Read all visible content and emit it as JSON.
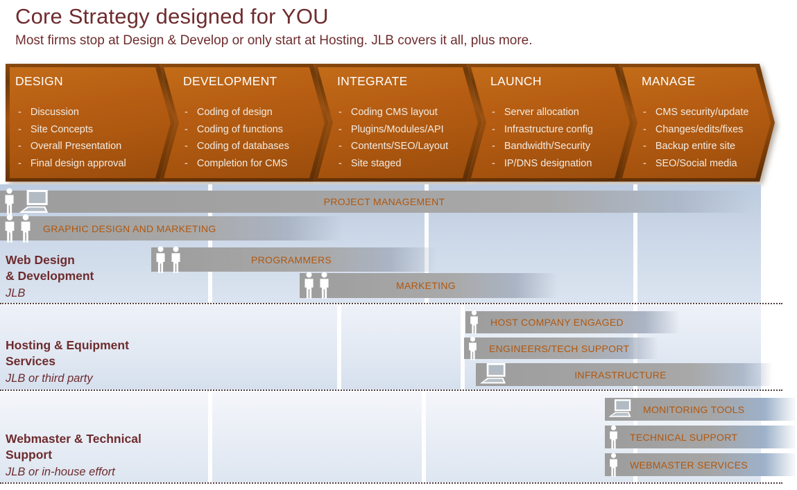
{
  "header": {
    "title": "Core Strategy designed for YOU",
    "subtitle": "Most firms stop at Design & Develop or only start at Hosting.  JLB covers it all, plus more."
  },
  "phases": [
    {
      "name": "DESIGN",
      "items": [
        "Discussion",
        "Site Concepts",
        "Overall Presentation",
        "Final design approval"
      ]
    },
    {
      "name": "DEVELOPMENT",
      "items": [
        "Coding of design",
        "Coding of functions",
        "Coding of databases",
        "Completion for CMS"
      ]
    },
    {
      "name": "INTEGRATE",
      "items": [
        "Coding CMS layout",
        "Plugins/Modules/API",
        "Contents/SEO/Layout",
        "Site staged"
      ]
    },
    {
      "name": "LAUNCH",
      "items": [
        "Server allocation",
        "Infrastructure config",
        "Bandwidth/Security",
        "IP/DNS designation"
      ]
    },
    {
      "name": "MANAGE",
      "items": [
        "CMS security/update",
        "Changes/edits/fixes",
        "Backup entire site",
        "SEO/Social media"
      ]
    }
  ],
  "sections": [
    {
      "lines": [
        "Web Design",
        "& Development"
      ],
      "note": "JLB"
    },
    {
      "lines": [
        "Hosting & Equipment",
        "Services"
      ],
      "note": "JLB or third party"
    },
    {
      "lines": [
        "Webmaster & Technical",
        "Support"
      ],
      "note": "JLB or in-house effort"
    }
  ],
  "bars": [
    {
      "label": "PROJECT MANAGEMENT",
      "icons": [
        "person-icon",
        "computer-icon"
      ]
    },
    {
      "label": "GRAPHIC DESIGN AND MARKETING",
      "icons": [
        "person-icon",
        "person-icon"
      ]
    },
    {
      "label": "PROGRAMMERS",
      "icons": [
        "person-icon",
        "person-icon"
      ]
    },
    {
      "label": "MARKETING",
      "icons": [
        "person-icon",
        "person-icon"
      ]
    },
    {
      "label": "HOST COMPANY ENGAGED",
      "icons": [
        "person-icon"
      ]
    },
    {
      "label": "ENGINEERS/TECH SUPPORT",
      "icons": [
        "person-icon"
      ]
    },
    {
      "label": "INFRASTRUCTURE",
      "icons": [
        "computer-icon"
      ]
    },
    {
      "label": "MONITORING TOOLS",
      "icons": [
        "computer-icon"
      ]
    },
    {
      "label": "TECHNICAL SUPPORT",
      "icons": [
        "person-icon"
      ]
    },
    {
      "label": "WEBMASTER SERVICES",
      "icons": [
        "person-icon"
      ]
    }
  ],
  "colors": {
    "chevron_orange": "#b45a10",
    "maroon_text": "#6e2c2e",
    "bar_gray": "#a5a5a5",
    "bar_label_orange": "#b0570e",
    "band_blue": "#ccd8e8"
  }
}
